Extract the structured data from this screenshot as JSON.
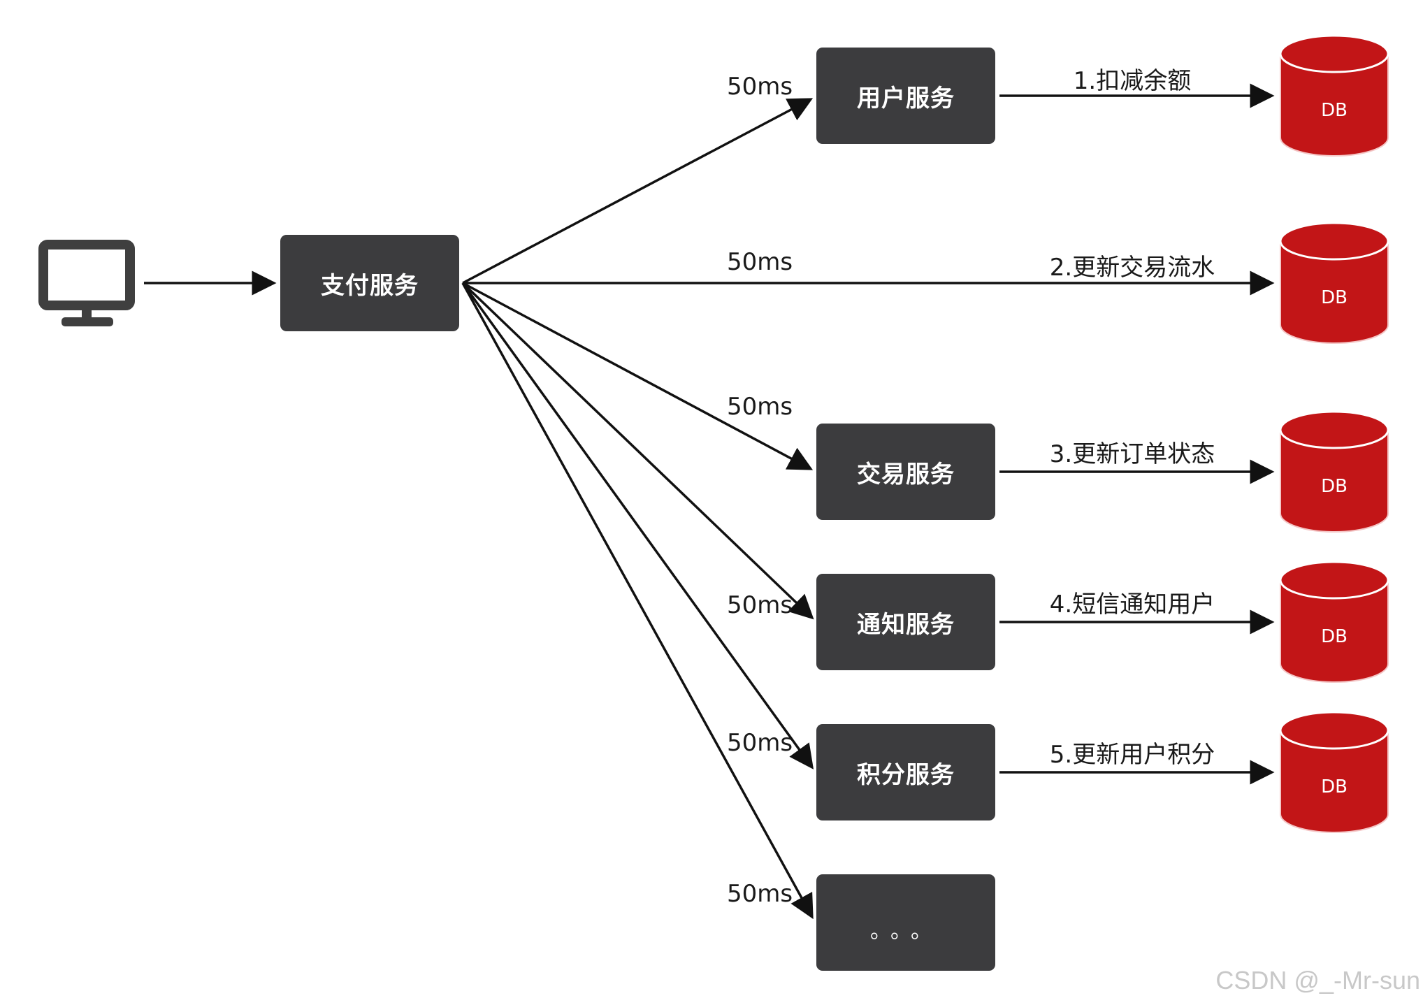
{
  "client": {
    "icon": "monitor-icon"
  },
  "payment_service": {
    "label": "支付服务"
  },
  "latency_labels": [
    "50ms",
    "50ms",
    "50ms",
    "50ms",
    "50ms",
    "50ms"
  ],
  "services": [
    {
      "label": "用户服务"
    },
    {
      "label": "交易服务"
    },
    {
      "label": "通知服务"
    },
    {
      "label": "积分服务"
    },
    {
      "label": "。。。"
    }
  ],
  "operations": [
    "1.扣减余额",
    "2.更新交易流水",
    "3.更新订单状态",
    "4.短信通知用户",
    "5.更新用户积分"
  ],
  "databases": [
    "DB",
    "DB",
    "DB",
    "DB",
    "DB"
  ],
  "colors": {
    "service_box": "#3c3c3e",
    "db_fill": "#c21517",
    "arrow": "#111111"
  },
  "watermark": "CSDN @_-Mr-sun"
}
